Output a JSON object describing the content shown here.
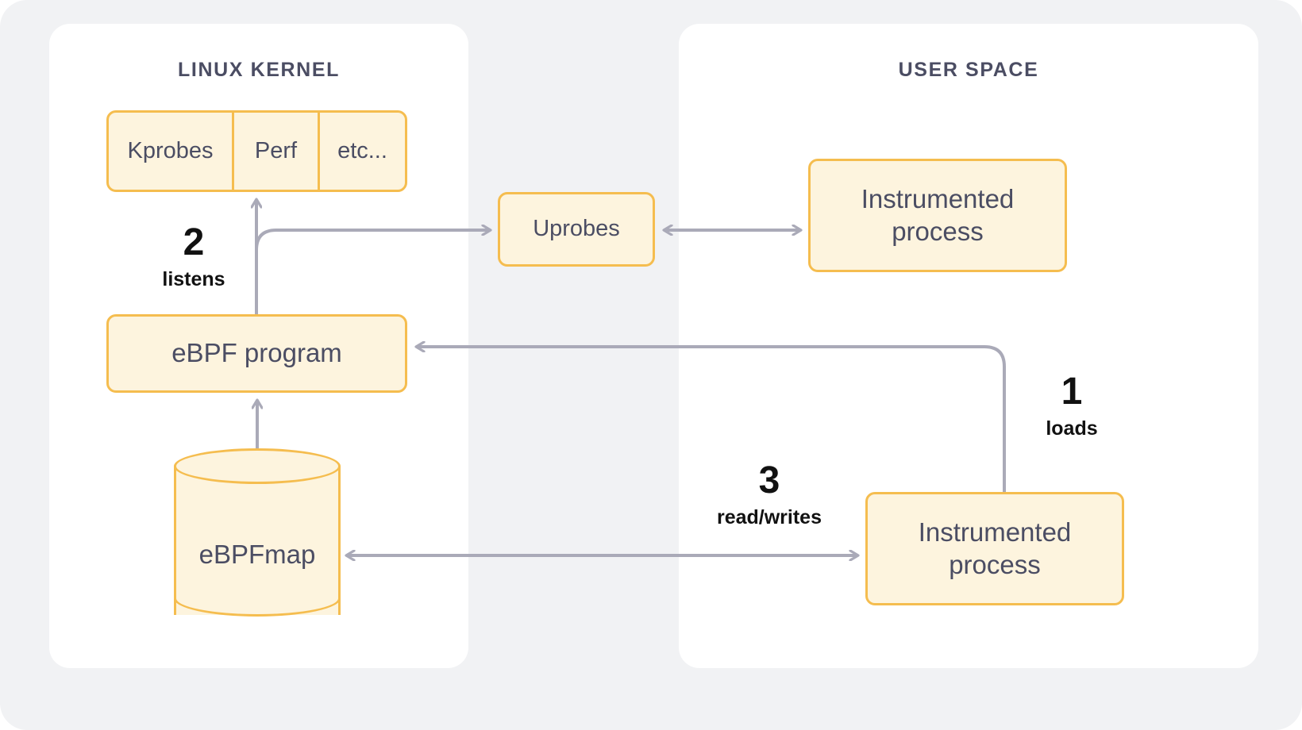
{
  "diagram": {
    "title": "eBPF architecture: kernel and user space",
    "colors": {
      "page_background": "#ffffff",
      "canvas_background": "#f1f2f4",
      "panel_background": "#ffffff",
      "box_fill": "#fdf4de",
      "box_border": "#f5bd4f",
      "box_text": "#4b4d63",
      "panel_title_text": "#4b4d63",
      "arrow": "#aaaab8",
      "step_text": "#111111"
    }
  },
  "panels": [
    {
      "id": "kernel",
      "title": "LINUX KERNEL"
    },
    {
      "id": "user",
      "title": "USER SPACE"
    }
  ],
  "nodes": {
    "probes_strip": {
      "cells": [
        "Kprobes",
        "Perf",
        "etc..."
      ]
    },
    "ebpf_program": {
      "label": "eBPF program"
    },
    "ebpf_map": {
      "line1": "eBPF",
      "line2": "map"
    },
    "uprobes": {
      "label": "Uprobes"
    },
    "process_top": {
      "line1": "Instrumented",
      "line2": "process"
    },
    "process_bottom": {
      "line1": "Instrumented",
      "line2": "process"
    }
  },
  "steps": [
    {
      "id": "step1",
      "number": "1",
      "caption": "loads"
    },
    {
      "id": "step2",
      "number": "2",
      "caption": "listens"
    },
    {
      "id": "step3",
      "number": "3",
      "caption": "read/writes"
    }
  ],
  "chart_data": {
    "type": "diagram",
    "title": "eBPF architecture",
    "nodes": [
      {
        "id": "probes",
        "label": "Kprobes | Perf | etc...",
        "zone": "LINUX KERNEL",
        "shape": "segmented-box"
      },
      {
        "id": "ebpf_program",
        "label": "eBPF program",
        "zone": "LINUX KERNEL",
        "shape": "box"
      },
      {
        "id": "ebpf_map",
        "label": "eBPF map",
        "zone": "LINUX KERNEL",
        "shape": "cylinder"
      },
      {
        "id": "uprobes",
        "label": "Uprobes",
        "zone": "between",
        "shape": "box"
      },
      {
        "id": "process_top",
        "label": "Instrumented process",
        "zone": "USER SPACE",
        "shape": "box"
      },
      {
        "id": "process_bottom",
        "label": "Instrumented process",
        "zone": "USER SPACE",
        "shape": "box"
      }
    ],
    "edges": [
      {
        "from": "ebpf_program",
        "to": "probes",
        "label": "2 listens",
        "arrow": "single"
      },
      {
        "from": "ebpf_program",
        "to": "uprobes",
        "label": "2 listens",
        "arrow": "single"
      },
      {
        "from": "uprobes",
        "to": "process_top",
        "label": "",
        "arrow": "double"
      },
      {
        "from": "process_bottom",
        "to": "ebpf_program",
        "label": "1 loads",
        "arrow": "single"
      },
      {
        "from": "ebpf_map",
        "to": "process_bottom",
        "label": "3 read/writes",
        "arrow": "double"
      },
      {
        "from": "ebpf_program",
        "to": "ebpf_map",
        "label": "",
        "arrow": "double"
      }
    ]
  }
}
